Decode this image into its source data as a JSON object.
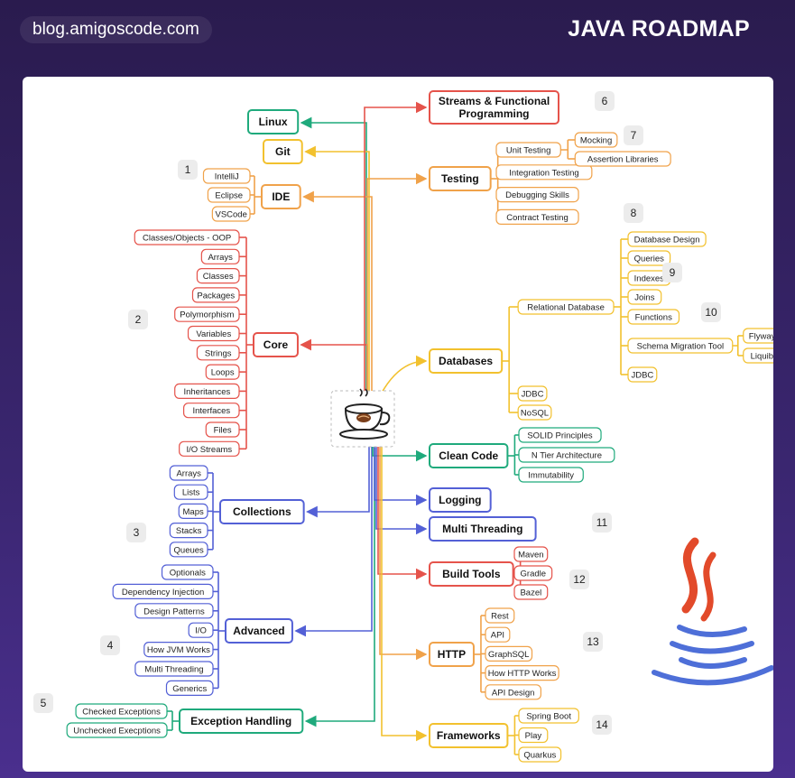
{
  "header": {
    "site": "blog.amigoscode.com",
    "title": "JAVA ROADMAP"
  },
  "colors": {
    "red": "#e5534b",
    "green": "#1faa7c",
    "yellow": "#f2c12e",
    "orange": "#f0a24a",
    "blue": "#5360d6",
    "board": "#ffffff"
  },
  "center_icon": "coffee-cup-icon",
  "java_logo": "java-logo",
  "numbers": [
    "1",
    "2",
    "3",
    "4",
    "5",
    "6",
    "7",
    "8",
    "9",
    "10",
    "11",
    "12",
    "13",
    "14"
  ],
  "topics": {
    "linux": {
      "label": "Linux",
      "items": []
    },
    "git": {
      "label": "Git",
      "items": []
    },
    "ide": {
      "label": "IDE",
      "items": [
        "IntelliJ",
        "Eclipse",
        "VSCode"
      ]
    },
    "core": {
      "label": "Core",
      "items": [
        "Classes/Objects - OOP",
        "Arrays",
        "Classes",
        "Packages",
        "Polymorphism",
        "Variables",
        "Strings",
        "Loops",
        "Inheritances",
        "Interfaces",
        "Files",
        "I/O Streams"
      ]
    },
    "collections": {
      "label": "Collections",
      "items": [
        "Arrays",
        "Lists",
        "Maps",
        "Stacks",
        "Queues"
      ]
    },
    "advanced": {
      "label": "Advanced",
      "items": [
        "Optionals",
        "Dependency Injection",
        "Design Patterns",
        "I/O",
        "How JVM Works",
        "Multi Threading",
        "Generics"
      ]
    },
    "exceptions": {
      "label": "Exception Handling",
      "items": [
        "Checked Exceptions",
        "Unchecked Execptions"
      ]
    },
    "streams": {
      "label": "Streams & Functional\nProgramming",
      "items": []
    },
    "testing": {
      "label": "Testing",
      "items": [
        "Unit Testing",
        "Integration Testing",
        "Debugging Skills",
        "Contract Testing"
      ],
      "unit_items": [
        "Mocking",
        "Assertion Libraries"
      ]
    },
    "databases": {
      "label": "Databases",
      "items": [
        "Relational Database",
        "JDBC",
        "NoSQL"
      ],
      "relational_items": [
        "Database Design",
        "Queries",
        "Indexes",
        "Joins",
        "Functions",
        "Schema Migration Tool",
        "JDBC"
      ],
      "migration_items": [
        "Flyway",
        "Liquibase"
      ]
    },
    "clean_code": {
      "label": "Clean Code",
      "items": [
        "SOLID Principles",
        "N Tier Architecture",
        "Immutability"
      ]
    },
    "logging": {
      "label": "Logging",
      "items": []
    },
    "multi_threading": {
      "label": "Multi Threading",
      "items": []
    },
    "build_tools": {
      "label": "Build Tools",
      "items": [
        "Maven",
        "Gradle",
        "Bazel"
      ]
    },
    "http": {
      "label": "HTTP",
      "items": [
        "Rest",
        "API",
        "GraphSQL",
        "How HTTP Works",
        "API Design"
      ]
    },
    "frameworks": {
      "label": "Frameworks",
      "items": [
        "Spring Boot",
        "Play",
        "Quarkus"
      ]
    }
  }
}
